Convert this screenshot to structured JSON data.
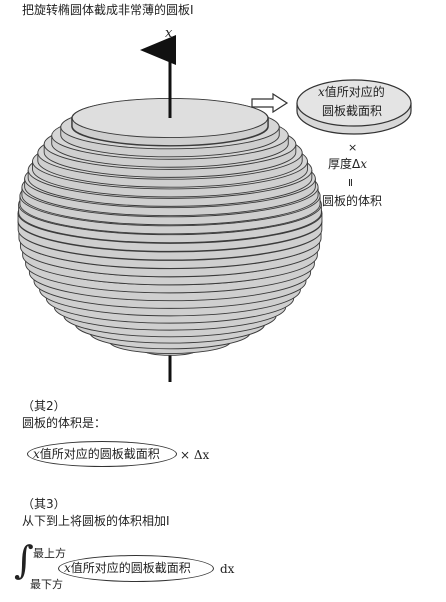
{
  "header": {
    "title": "把旋转椭圆体截成非常薄的圆板I"
  },
  "diagram": {
    "axis_label": "x",
    "disk_label_var": "x",
    "disk_label_line1": "值所对应的",
    "disk_label_line2": "圆板截面积",
    "times_symbol": "×",
    "thickness_label": "厚度Δ",
    "thickness_var": "x",
    "equals_symbol": "Ⅱ",
    "volume_label": "圆板的体积",
    "fill_color": "#cfcfcf",
    "stroke_color": "#3a3a3a"
  },
  "step2": {
    "heading": "（其2）",
    "desc": "圆板的体积是：",
    "expr_var": "x",
    "expr_text": "值所对应的圆板截面积",
    "expr_tail": "× Δx"
  },
  "step3": {
    "heading": "（其3）",
    "desc": "从下到上将圆板的体积相加I",
    "integral_sign": "∫",
    "upper_limit": "最上方",
    "lower_limit": "最下方",
    "expr_var": "x",
    "expr_text": "值所对应的圆板截面积",
    "expr_tail": "dx"
  }
}
